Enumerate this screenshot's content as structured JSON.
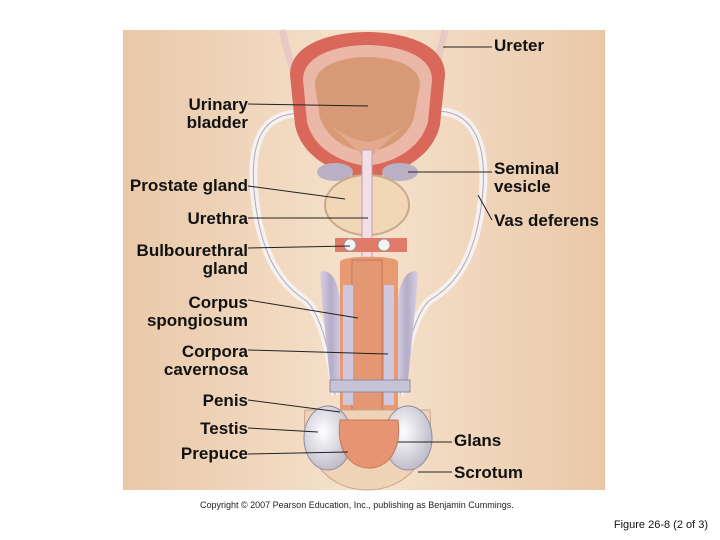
{
  "labels": {
    "ureter": "Ureter",
    "urinary_bladder": "Urinary\nbladder",
    "prostate_gland": "Prostate gland",
    "urethra": "Urethra",
    "bulbourethral_gland": "Bulbourethral\ngland",
    "corpus_spongiosum": "Corpus\nspongiosum",
    "corpora_cavernosa": "Corpora\ncavernosa",
    "penis": "Penis",
    "testis": "Testis",
    "prepuce": "Prepuce",
    "seminal_vesicle": "Seminal\nvesicle",
    "vas_deferens": "Vas deferens",
    "glans": "Glans",
    "scrotum": "Scrotum"
  },
  "copyright": "Copyright © 2007 Pearson Education, Inc., publishing as Benjamin Cummings.",
  "figure_caption": "Figure 26-8 (2 of 3)",
  "colors": {
    "skin": "#f3dcc4",
    "muscle": "#d9785f",
    "tissue": "#e89a72",
    "duct": "#efe6ea",
    "gland": "#f1d7b6",
    "cavernous": "#c9c3d6",
    "leader": "#222222"
  }
}
